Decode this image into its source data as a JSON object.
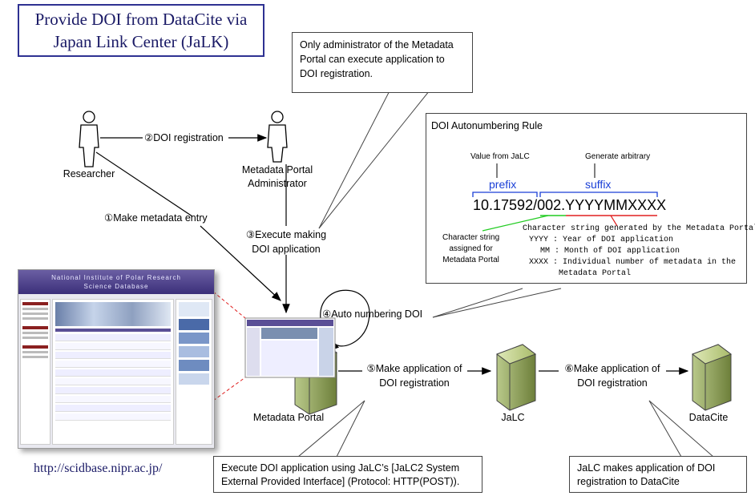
{
  "title": {
    "line1": "Provide DOI from DataCite via",
    "line2": "Japan Link Center (JaLK)"
  },
  "notes": {
    "admin_only": [
      "Only administrator of the Metadata",
      "Portal can execute application to",
      "DOI registration."
    ],
    "execute": [
      "Execute DOI application using JaLC’s [JaLC2 System",
      "External Provided Interface] (Protocol: HTTP(POST))."
    ],
    "jalc_to_datacite": [
      "JaLC makes application of DOI",
      "registration to DataCite"
    ]
  },
  "actors": {
    "researcher": "Researcher",
    "administrator": [
      "Metadata Portal",
      "Administrator"
    ]
  },
  "nodes": {
    "portal": "Metadata Portal",
    "jalc": "JaLC",
    "datacite": "DataCite"
  },
  "steps": {
    "s1": "①Make metadata entry",
    "s2": "②DOI registration",
    "s3": [
      "③Execute making",
      "DOI application"
    ],
    "s4": "④Auto numbering DOI",
    "s5": [
      "⑤Make application of",
      "DOI registration"
    ],
    "s6": [
      "⑥Make application of",
      "DOI registration"
    ]
  },
  "rule": {
    "title": "DOI Autonumbering Rule",
    "value_from": "Value from JaLC",
    "generate": "Generate arbitrary",
    "prefix": "prefix",
    "suffix": "suffix",
    "doi_prefix": "10.17592/",
    "doi_mid": "002.",
    "doi_tail": "YYYYMMXXXX",
    "assigned": [
      "Character string",
      "assigned for",
      "Metadata Portal"
    ],
    "generated": "Character string generated by the Metadata Portal",
    "yyyy": "YYYY : Year of DOI application",
    "mm": "MM : Month of DOI application",
    "xxxx": [
      "XXXX : Individual number of metadata in the",
      "Metadata Portal"
    ]
  },
  "screenshot": {
    "header1": "National Institute of Polar Research",
    "header2": "Science Database"
  },
  "url": "http://scidbase.nipr.ac.jp/",
  "colors": {
    "title_border": "#2e3192",
    "prefix_blue": "#1a3fd6",
    "green_line": "#22cc22",
    "red_line": "#e02020",
    "dashed_red": "#e02020"
  }
}
